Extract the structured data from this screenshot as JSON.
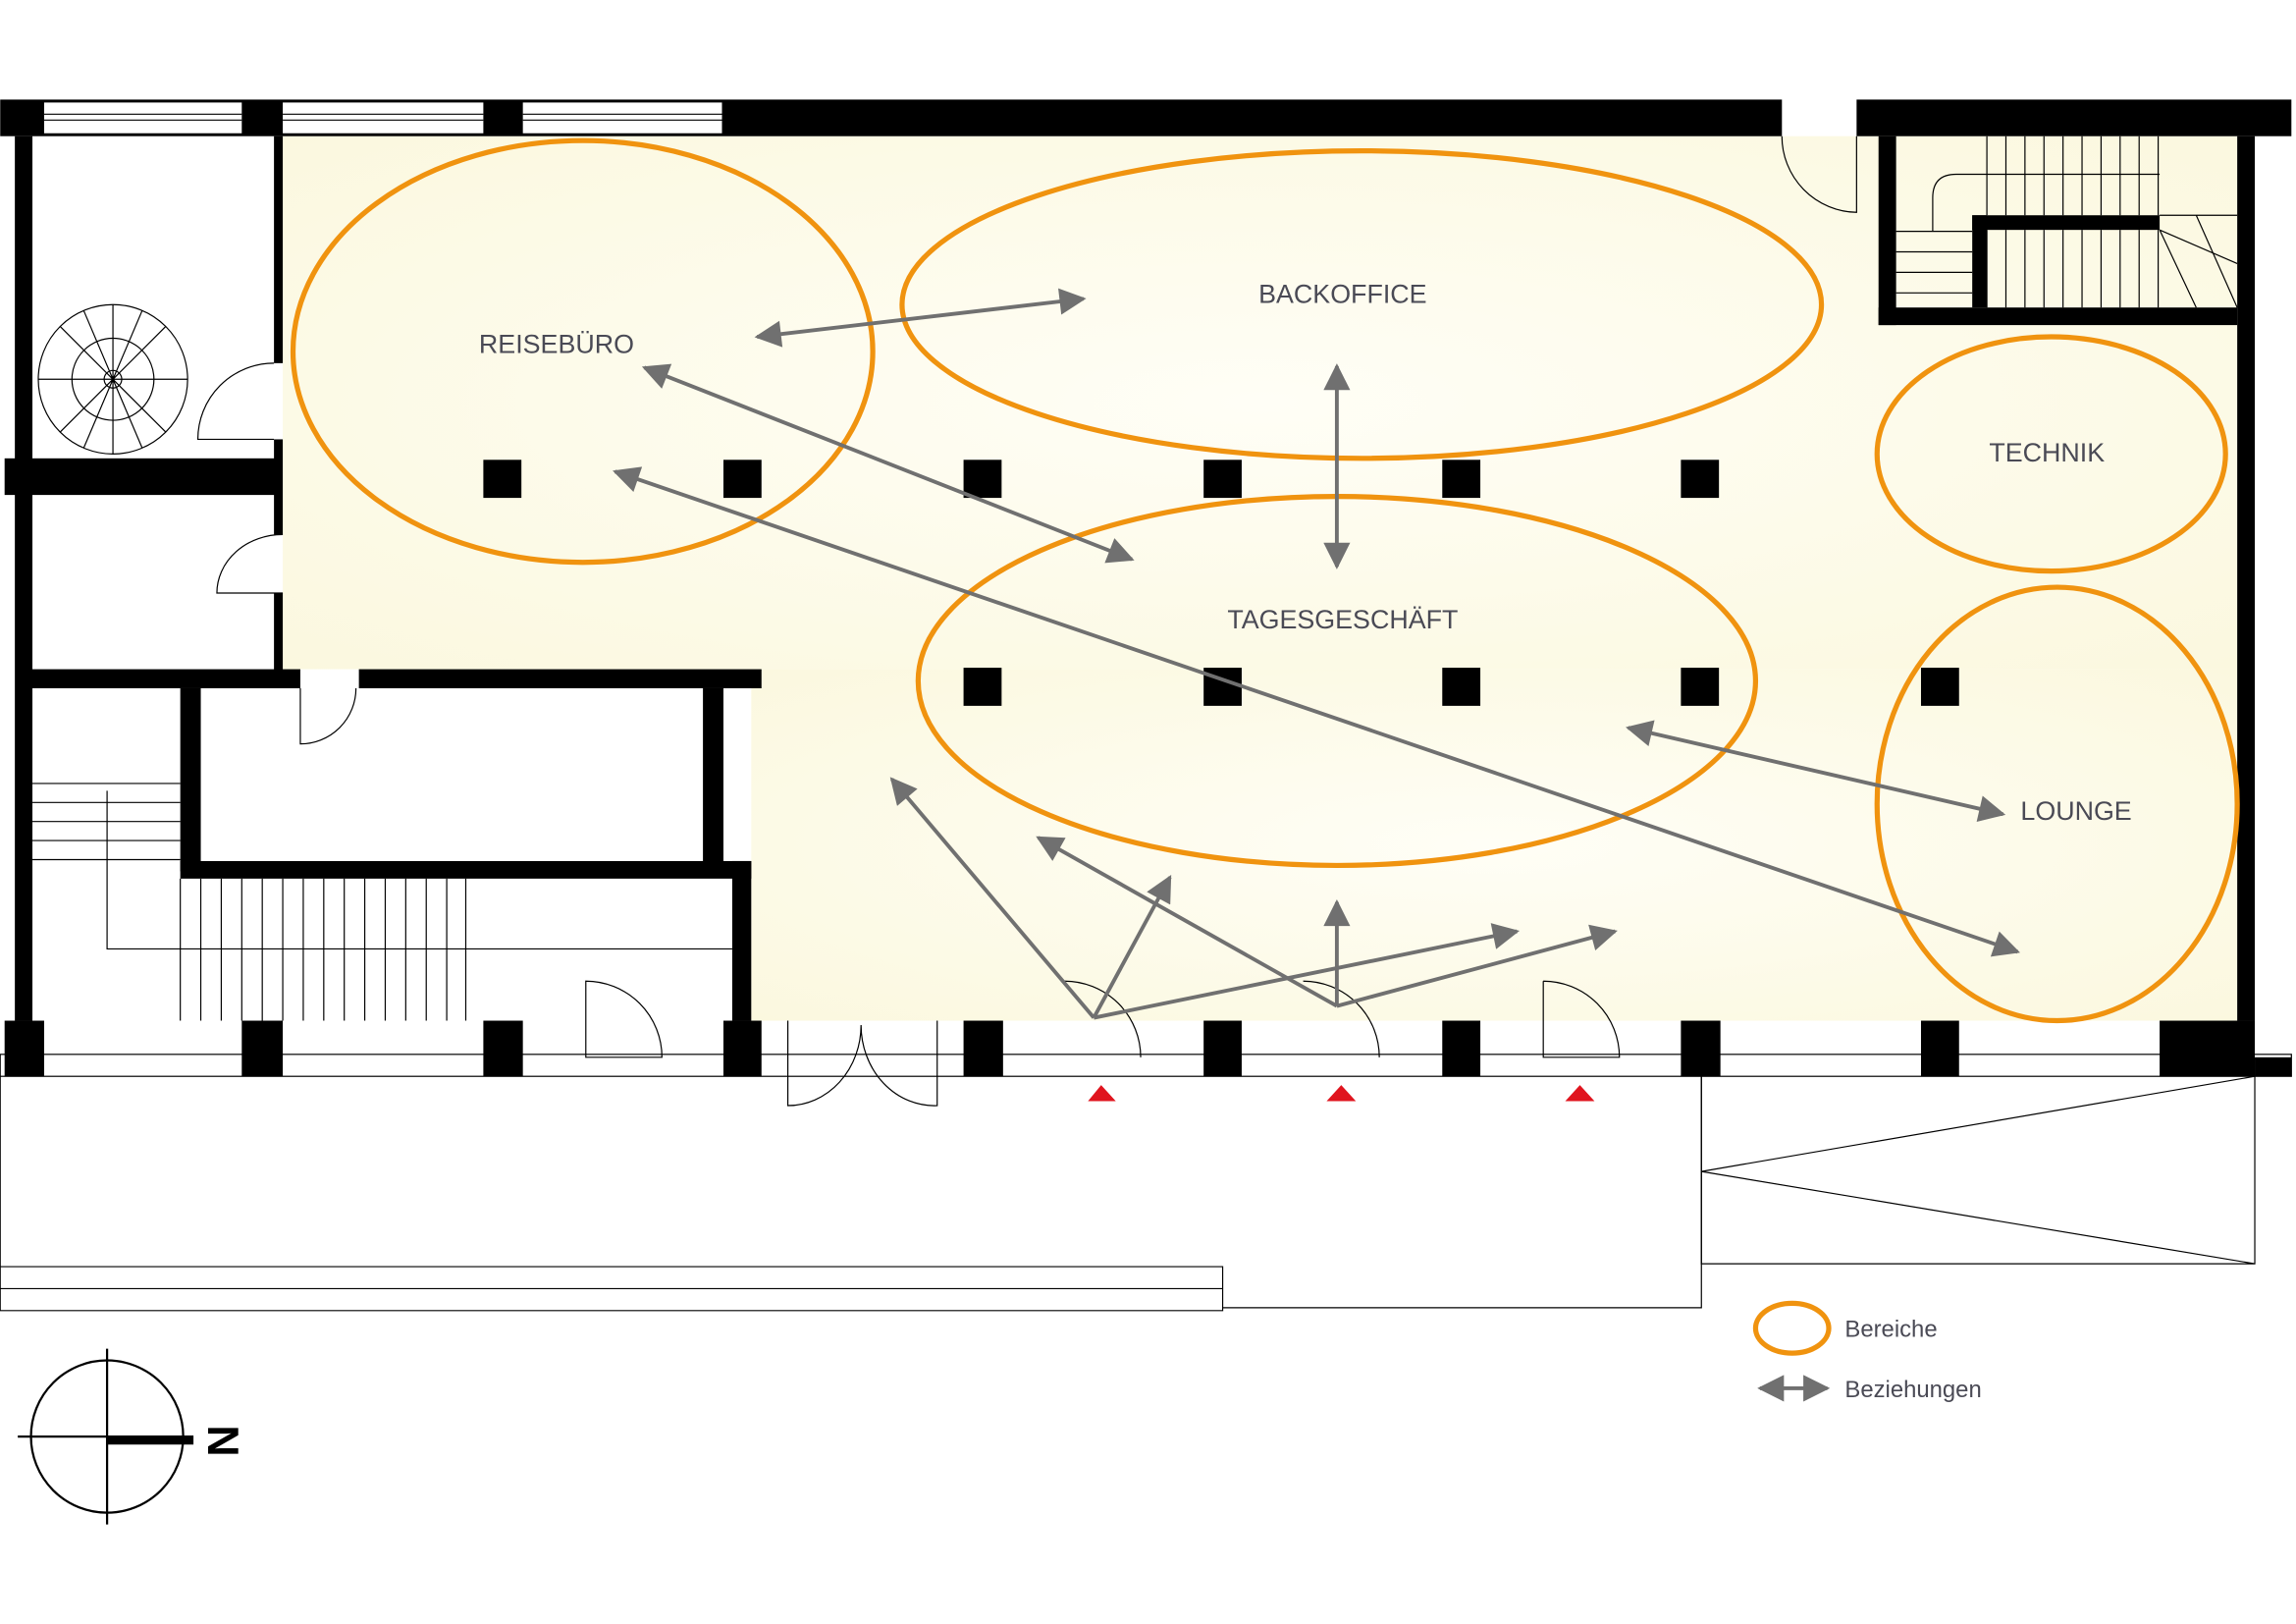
{
  "areas": {
    "reisebuero": "REISEBÜRO",
    "backoffice": "BACKOFFICE",
    "tagesgeschaeft": "TAGESGESCHÄFT",
    "technik": "TECHNIK",
    "lounge": "LOUNGE"
  },
  "legend": {
    "areas_label": "Bereiche",
    "relations_label": "Beziehungen"
  },
  "compass": {
    "north_label": "N"
  },
  "colors": {
    "area_stroke": "#f0930f",
    "arrow": "#707070",
    "entrance_marker": "#e0141e",
    "floor_tint": "#fdfbe6"
  }
}
